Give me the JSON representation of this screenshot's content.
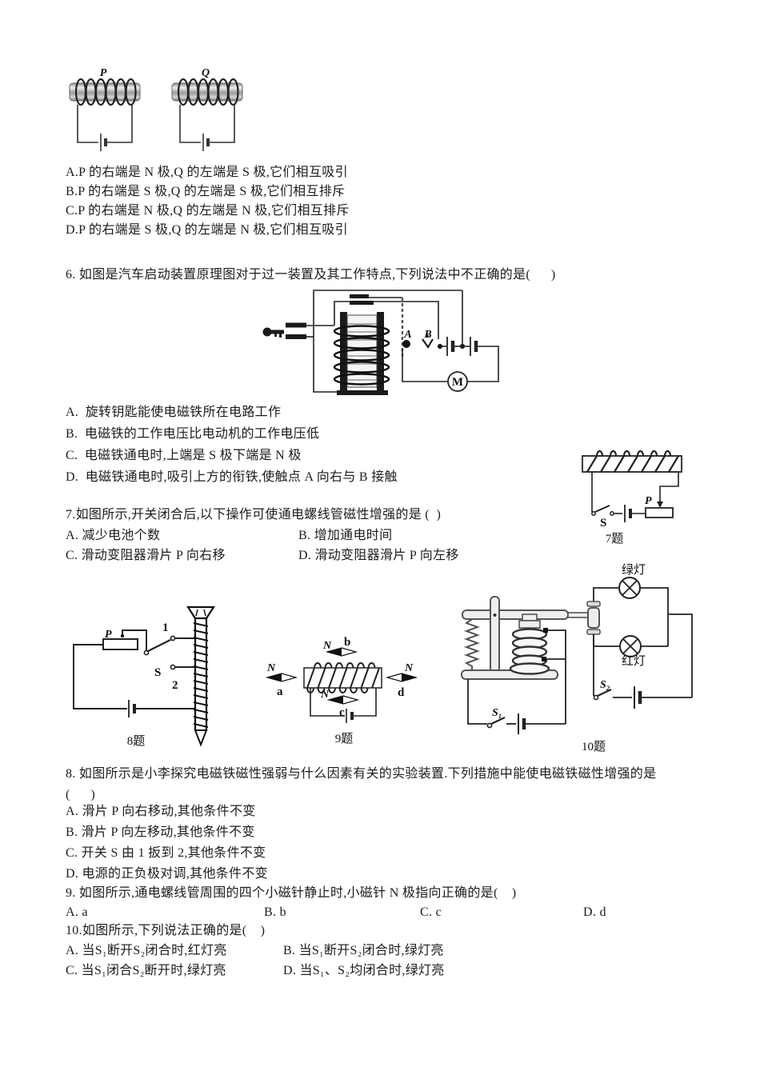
{
  "text": {
    "q5_options": [
      "A.P 的右端是 N 极,Q 的左端是 S 极,它们相互吸引",
      "B.P 的右端是 S 极,Q 的左端是 S 极,它们相互排斥",
      "C.P 的右端是 N 极,Q 的左端是 N 极,它们相互排斥",
      "D.P 的右端是 S 极,Q 的左端是 N 极,它们相互吸引"
    ],
    "q6_stem": "6. 如图是汽车启动装置原理图对于过一装置及其工作特点,下列说法中不正确的是(      )",
    "q6_options": [
      "A.  旋转钥匙能使电磁铁所在电路工作",
      "B.  电磁铁的工作电压比电动机的工作电压低",
      "C.  电磁铁通电时,上端是 S 极下端是 N 极",
      "D.  电磁铁通电时,吸引上方的衔铁,使触点 A 向右与 B 接触"
    ],
    "q7_stem": "7.如图所示,开关闭合后,以下操作可使通电螺线管磁性增强的是 (  )",
    "q7_options": [
      "A. 减少电池个数",
      "B. 增加通电时间",
      "C. 滑动变阻器滑片 P 向右移",
      "D. 滑动变阻器滑片 P 向左移"
    ],
    "q8_stem_line1": "8. 如图所示是小李探究电磁铁磁性强弱与什么因素有关的实验装置.下列措施中能使电磁铁磁性增强的是",
    "q8_stem_line2": "(      )",
    "q8_options": [
      "A. 滑片 P 向右移动,其他条件不变",
      "B. 滑片 P 向左移动,其他条件不变",
      "C. 开关 S 由 1 扳到 2,其他条件不变",
      "D. 电源的正负极对调,其他条件不变"
    ],
    "q9_stem": "9. 如图所示,通电螺线管周围的四个小磁针静止时,小磁针 N 极指向正确的是(    )",
    "q9_options": [
      "A. a",
      "B. b",
      "C. c",
      "D. d"
    ],
    "q10_stem": "10.如图所示,下列说法正确的是(    )",
    "q10_options": [
      "A. 当S₁断开S₂闭合时,红灯亮",
      "B. 当S₁断开S₂闭合时,绿灯亮",
      "C. 当S₁闭合S₂断开时,绿灯亮",
      "D. 当S₁、S₂均闭合时,绿灯亮"
    ]
  },
  "figures": {
    "q5": {
      "coil_p": "P",
      "coil_q": "Q"
    },
    "q6": {
      "contact_a": "A",
      "contact_b": "B",
      "motor": "M"
    },
    "q7": {
      "slider": "P",
      "switch": "S",
      "caption": "7题"
    },
    "q8": {
      "slider": "P",
      "switch": "S",
      "contact1": "1",
      "contact2": "2",
      "caption": "8题"
    },
    "q9": {
      "pole": "N",
      "needle_a": "a",
      "needle_b": "b",
      "needle_c": "c",
      "needle_d": "d",
      "caption": "9题"
    },
    "q10": {
      "green_lamp": "绿灯",
      "red_lamp": "红灯",
      "s1": "S₁",
      "s2": "S₂",
      "caption": "10题"
    }
  },
  "colors": {
    "ink": "#1c1c1c",
    "sketch": "#555555",
    "paper": "#ffffff"
  }
}
